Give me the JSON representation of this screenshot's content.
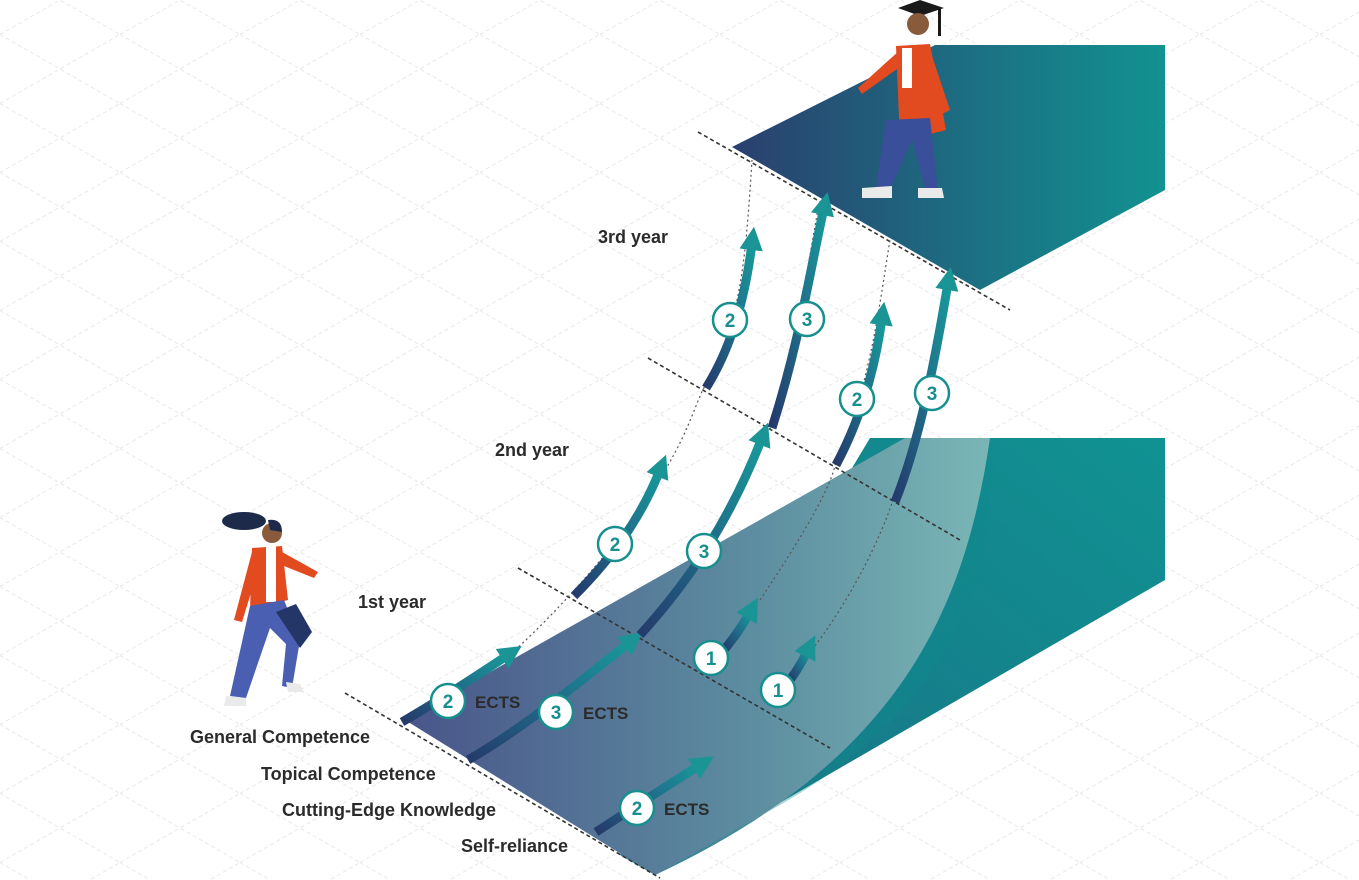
{
  "years": [
    {
      "label": "1st year"
    },
    {
      "label": "2nd year"
    },
    {
      "label": "3rd year"
    }
  ],
  "tracks": [
    {
      "label": "General Competence"
    },
    {
      "label": "Topical Competence"
    },
    {
      "label": "Cutting-Edge Knowledge"
    },
    {
      "label": "Self-reliance"
    }
  ],
  "credit_badges": [
    {
      "value": "2",
      "unit": "ECTS"
    },
    {
      "value": "3",
      "unit": "ECTS"
    },
    {
      "value": "2",
      "unit": "ECTS"
    },
    {
      "value": "1"
    },
    {
      "value": "1"
    },
    {
      "value": "2"
    },
    {
      "value": "3"
    },
    {
      "value": "2"
    },
    {
      "value": "3"
    },
    {
      "value": "2"
    },
    {
      "value": "3"
    }
  ],
  "colors": {
    "navy": "#2a3f6e",
    "teal": "#138f90",
    "arrow_teal": "#1a9494",
    "coat_orange": "#e24a1f",
    "text": "#2b2b2b"
  },
  "icons": [
    "student-walking-icon",
    "graduate-with-cap-icon"
  ]
}
